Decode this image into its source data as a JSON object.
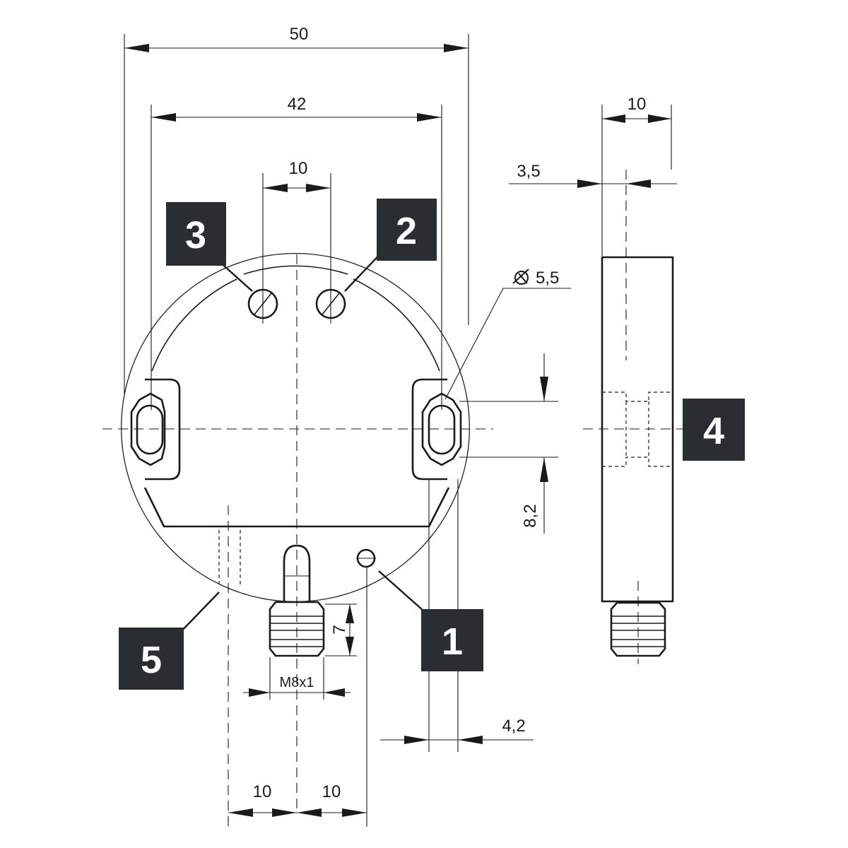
{
  "dimensions": {
    "overall_width": "50",
    "hole_spacing": "42",
    "led_spacing": "10",
    "depth": "10",
    "offset_3_5": "3,5",
    "wrench_size": "5,5",
    "slot_offset": "8,2",
    "connector_height": "7",
    "connector_thread": "M8x1",
    "edge_offset": "4,2",
    "bottom_left": "10",
    "bottom_right": "10"
  },
  "markers": [
    {
      "label": "1",
      "fill": "#2a2e30",
      "text_color": "#ffffff"
    },
    {
      "label": "2",
      "fill": "#2a2e30",
      "text_color": "#ffffff"
    },
    {
      "label": "3",
      "fill": "#2a2e30",
      "text_color": "#ffffff"
    },
    {
      "label": "4",
      "fill": "#2a2e30",
      "text_color": "#ffffff"
    },
    {
      "label": "5",
      "fill": "#2a2e30",
      "text_color": "#ffffff"
    }
  ],
  "icons": {
    "wrench": "wrench-icon"
  }
}
